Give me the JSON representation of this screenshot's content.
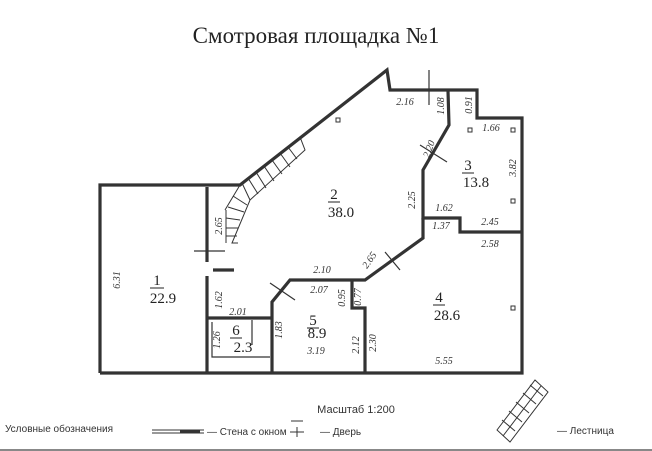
{
  "title": "Смотровая площадка №1",
  "rooms": [
    {
      "number": "1",
      "area": "22.9"
    },
    {
      "number": "2",
      "area": "38.0"
    },
    {
      "number": "3",
      "area": "13.8"
    },
    {
      "number": "4",
      "area": "28.6"
    },
    {
      "number": "5",
      "area": "8.9"
    },
    {
      "number": "6",
      "area": "2.3"
    }
  ],
  "dimensions": [
    "6.31",
    "2.65",
    "1.62",
    "2.01",
    "1.26",
    "2.16",
    "1.08",
    "0.91",
    "1.66",
    "3.82",
    "2.20",
    "2.25",
    "1.62",
    "1.37",
    "2.45",
    "2.58",
    "2.65",
    "2.10",
    "2.07",
    "0.95",
    "0.77",
    "1.83",
    "3.19",
    "2.12",
    "2.30",
    "5.55"
  ],
  "scale": "Масштаб 1:200",
  "legend": {
    "heading": "Условные обозначения",
    "window_wall": "— Стена с окном",
    "door": "— Дверь",
    "stairs": "— Лестница"
  }
}
